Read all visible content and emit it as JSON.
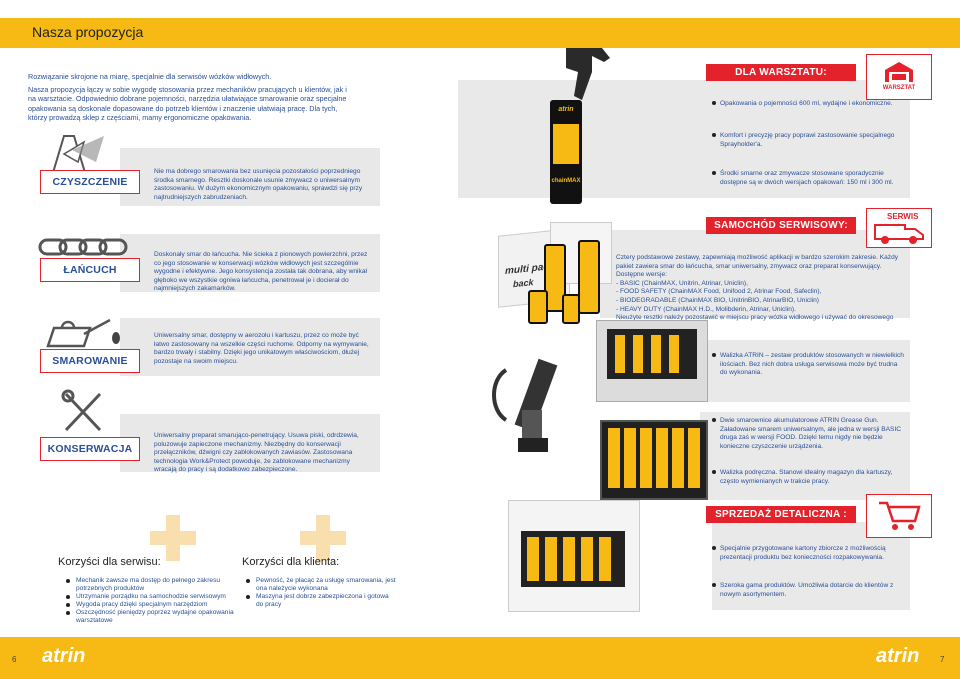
{
  "page_title": "Nasza propozycja",
  "intro": {
    "p1": "Rozwiązanie skrojone na miarę, specjalnie dla serwisów wózków widłowych.",
    "p2": "Nasza propozycja łączy w sobie wygodę stosowania przez mechaników pracujących u klientów, jak i na warsztacie. Odpowiednio dobrane pojemności, narzędzia ułatwiające smarowanie oraz specjalne opakowania są doskonale dopasowane do potrzeb klientów i znaczenie ułatwiają pracę. Dla tych, którzy prowadzą sklep z częściami, mamy ergonomiczne opakowania."
  },
  "rows": [
    {
      "label": "CZYSZCZENIE",
      "icon": "cleaning-spray-icon",
      "text": "Nie ma dobrego smarowania bez usunięcia pozostałości poprzedniego środka smarnego. Resztki doskonale usunie zmywacz o uniwersalnym zastosowaniu. W dużym ekonomicznym opakowaniu, sprawdzi się przy najtrudniejszych zabrudzeniach."
    },
    {
      "label": "ŁAŃCUCH",
      "icon": "chain-icon",
      "text": "Doskonały smar do łańcucha. Nie ścieka z pionowych powierzchni, przez co jego stosowanie w konserwacji wózków widłowych jest szczególnie wygodne i efektywne. Jego konsystencja została tak dobrana, aby wnikał głęboko we wszystkie ogniwa łańcucha, penetrował je i docierał do najmniejszych zakamarków."
    },
    {
      "label": "SMAROWANIE",
      "icon": "oil-can-icon",
      "text": "Uniwersalny smar, dostępny w aerozolu i kartuszu, przez co może być łatwo zastosowany na wszelkie części ruchome. Odporny na wymywanie, bardzo trwały i stabilny. Dzięki jego unikatowym właściwościom, dłużej pozostaje na swoim miejscu."
    },
    {
      "label": "KONSERWACJA",
      "icon": "wrench-screwdriver-icon",
      "text": "Uniwersalny preparat smarująco-penetrujący. Usuwa piski, odrdzewia, poluzowuje zapieczone mechanizmy. Niezbędny do konserwacji przełączników, dźwigni czy zablokowanych zawiasów. Zastosowana technologia Work&Protect powoduje, że zablokowane mechanizmy wracają do pracy i są dodatkowo zabezpieczone."
    }
  ],
  "benefits": {
    "service_title": "Korzyści dla serwisu:",
    "service_items": [
      "Mechanik zawsze ma dostęp do pełnego zakresu potrzebnych produktów",
      "Utrzymanie porządku na samochodzie serwisowym",
      "Wygoda pracy dzięki specjalnym narzędziom",
      "Oszczędność pieniędzy poprzez wydajne opakowania warsztatowe"
    ],
    "client_title": "Korzyści dla klienta:",
    "client_items": [
      "Pewność, że płacąc za usługę smarowania, jest ona należycie wykonana",
      "Maszyna jest dobrze zabezpieczona i gotowa do pracy"
    ]
  },
  "workshop": {
    "heading": "DLA WARSZTATU:",
    "badge": "WARSZTAT",
    "bullets": [
      "Opakowania o pojemności 600 ml, wydajne i ekonomiczne.",
      "Komfort i precyzję pracy poprawi zastosowanie specjalnego Sprayholder'a.",
      "Środki smarne oraz zmywacze stosowane sporadycznie dostępne są w dwóch wersjach opakowań: 150 ml i 300 ml."
    ]
  },
  "service_car": {
    "heading": "SAMOCHÓD SERWISOWY:",
    "badge": "SERWIS",
    "bullets": [
      "Cztery podstawowe zestawy, zapewniają możliwość aplikacji w bardzo szerokim zakresie. Każdy pakiet zawiera smar do łańcucha, smar uniwersalny, zmywacz oraz preparat konserwujący. Dostępne wersje:\n- BASIC (ChainMAX, Unitrin, Atrinar, Uniclin),\n- FOOD SAFETY (ChainMAX Food, Unifood 2, Atrinar Food, Safeclin),\n- BIODEGRADABLE (ChainMAX BIO, UnitrinBIO, AtrinarBIO, Uniclin)\n- HEAVY DUTY (ChainMAX H.D., Molibderin, Atrinar, Uniclin).\nNieużyte resztki należy pozostawić w miejscu pracy wózka widłowego i używać do okresowego dosmarowania.",
      "Walizka ATRIN – zestaw produktów stosowanych w niewielkich ilościach. Bez nich dobra usługa serwisowa może być trudna do wykonania.",
      "Dwie smarownice akumulatorowe ATRIN Grease Gun. Załadowane smarem uniwersalnym, ale jedna w wersji BASIC druga zaś w wersji FOOD. Dzięki temu nigdy nie będzie konieczne czyszczenie urządzenia.",
      "Walizka podręczna. Stanowi idealny magazyn dla kartuszy, często wymienianych w trakcie pracy."
    ]
  },
  "retail": {
    "heading": "SPRZEDAŻ DETALICZNA :",
    "bullets": [
      "Specjalnie przygotowane kartony zbiorcze z możliwością prezentacji produktu bez konieczności rozpakowywania.",
      "Szeroka gama produktów. Umożliwia dotarcie do klientów z nowym asortymentem."
    ]
  },
  "product_texts": {
    "can_brand": "atrin",
    "can_name": "chainMAX",
    "box_text": "multi pack",
    "box_text2": "back"
  },
  "footer": {
    "page_left": "6",
    "page_right": "7",
    "logo_left": "atrin",
    "logo_right": "atrin"
  },
  "colors": {
    "yellow": "#f7b913",
    "red": "#e4222b",
    "blue_text": "#2a4f96",
    "panel_gray": "#e9e9e9"
  }
}
